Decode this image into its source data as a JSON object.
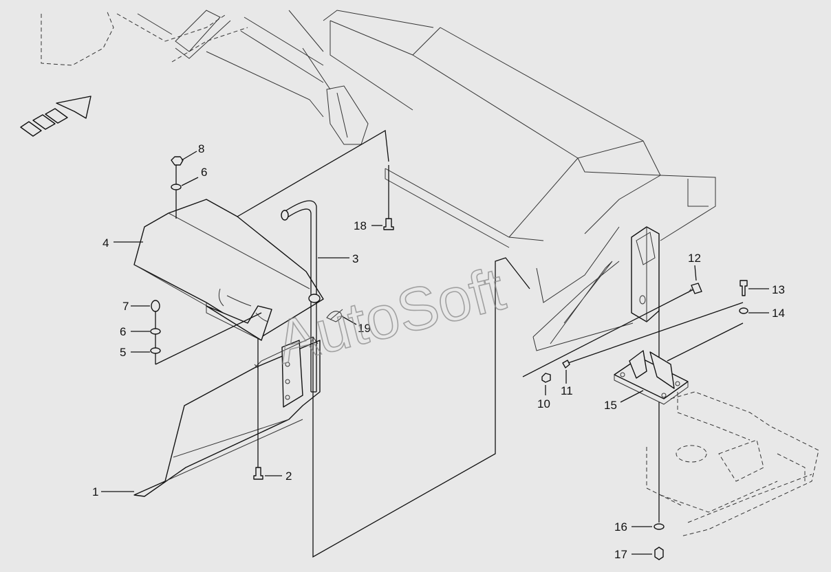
{
  "diagram": {
    "watermark": "AutoSoft",
    "callouts": [
      {
        "id": "1",
        "label": "1"
      },
      {
        "id": "2",
        "label": "2"
      },
      {
        "id": "3",
        "label": "3"
      },
      {
        "id": "4",
        "label": "4"
      },
      {
        "id": "5",
        "label": "5"
      },
      {
        "id": "6a",
        "label": "6"
      },
      {
        "id": "6b",
        "label": "6"
      },
      {
        "id": "7",
        "label": "7"
      },
      {
        "id": "8",
        "label": "8"
      },
      {
        "id": "10",
        "label": "10"
      },
      {
        "id": "11",
        "label": "11"
      },
      {
        "id": "12",
        "label": "12"
      },
      {
        "id": "13",
        "label": "13"
      },
      {
        "id": "14",
        "label": "14"
      },
      {
        "id": "15",
        "label": "15"
      },
      {
        "id": "16",
        "label": "16"
      },
      {
        "id": "17",
        "label": "17"
      },
      {
        "id": "18",
        "label": "18"
      },
      {
        "id": "19",
        "label": "19"
      }
    ]
  }
}
